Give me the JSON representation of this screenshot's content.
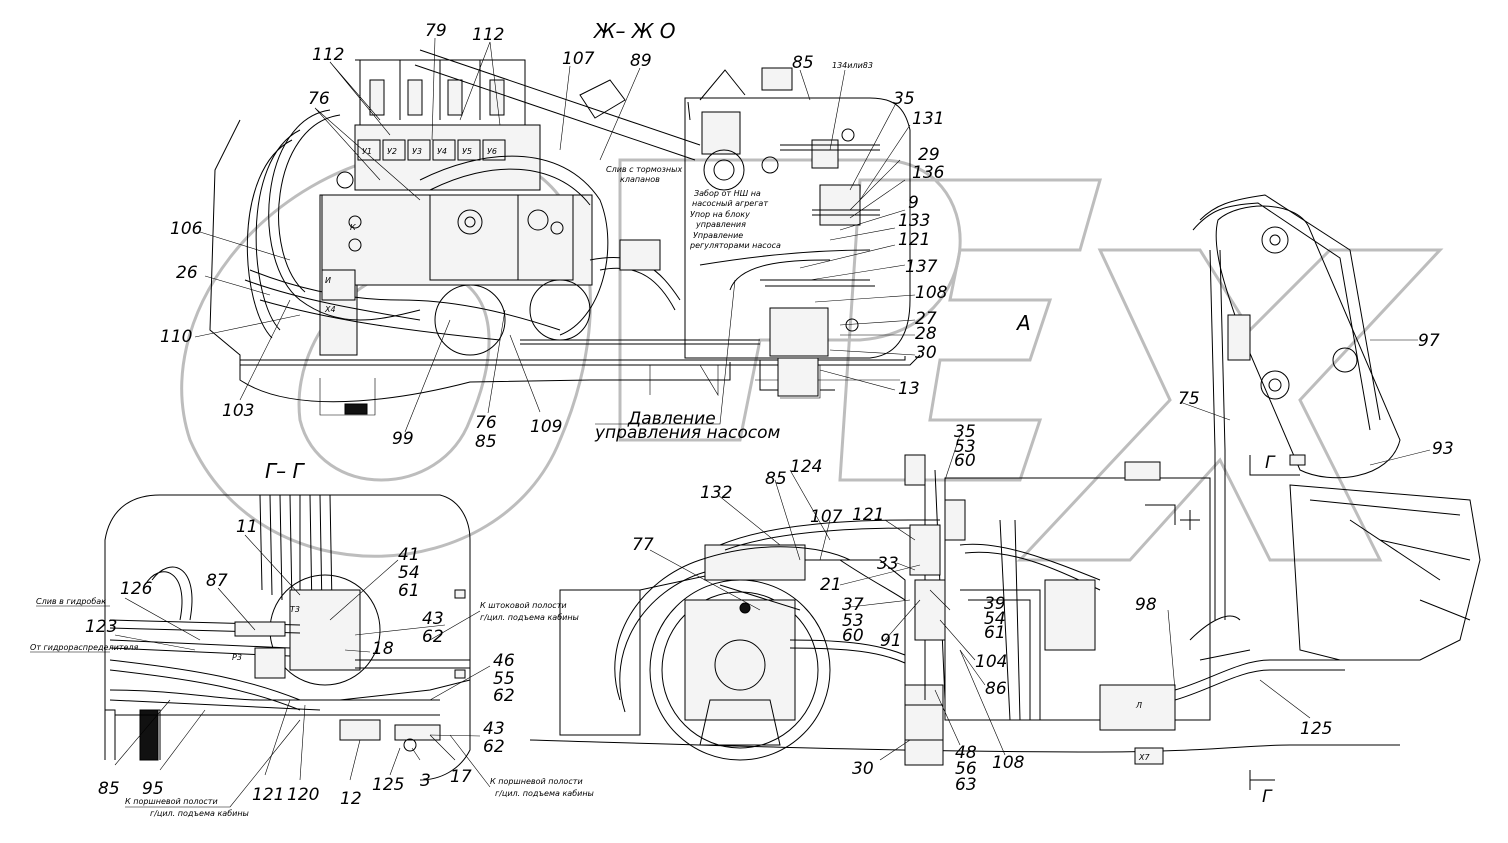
{
  "views": {
    "top_title": "Ж– Ж О",
    "left_title": "Г– Г"
  },
  "callouts": [
    {
      "id": "c1",
      "text": "112"
    },
    {
      "id": "c2",
      "text": "79"
    },
    {
      "id": "c3",
      "text": "112"
    },
    {
      "id": "c4",
      "text": "107"
    },
    {
      "id": "c5",
      "text": "89"
    },
    {
      "id": "c6",
      "text": "85"
    },
    {
      "id": "c7",
      "text": "134или83"
    },
    {
      "id": "c8",
      "text": "35"
    },
    {
      "id": "c9",
      "text": "131"
    },
    {
      "id": "c10",
      "text": "29"
    },
    {
      "id": "c11",
      "text": "136"
    },
    {
      "id": "c12",
      "text": "9"
    },
    {
      "id": "c13",
      "text": "133"
    },
    {
      "id": "c14",
      "text": "121"
    },
    {
      "id": "c15",
      "text": "137"
    },
    {
      "id": "c16",
      "text": "108"
    },
    {
      "id": "c17",
      "text": "27"
    },
    {
      "id": "c18",
      "text": "28"
    },
    {
      "id": "c19",
      "text": "30"
    },
    {
      "id": "c20",
      "text": "13"
    },
    {
      "id": "c21",
      "text": "76"
    },
    {
      "id": "c22",
      "text": "106"
    },
    {
      "id": "c23",
      "text": "26"
    },
    {
      "id": "c24",
      "text": "110"
    },
    {
      "id": "c25",
      "text": "103"
    },
    {
      "id": "c26",
      "text": "99"
    },
    {
      "id": "c27",
      "text": "76"
    },
    {
      "id": "c28",
      "text": "85"
    },
    {
      "id": "c29",
      "text": "109"
    },
    {
      "id": "c30",
      "text": "A"
    },
    {
      "id": "c31",
      "text": "97"
    },
    {
      "id": "c32",
      "text": "75"
    },
    {
      "id": "c33",
      "text": "93"
    },
    {
      "id": "c34",
      "text": "35"
    },
    {
      "id": "c35",
      "text": "53"
    },
    {
      "id": "c36",
      "text": "60"
    },
    {
      "id": "c37",
      "text": "124"
    },
    {
      "id": "c38",
      "text": "132"
    },
    {
      "id": "c39",
      "text": "85"
    },
    {
      "id": "c40",
      "text": "107"
    },
    {
      "id": "c41",
      "text": "121"
    },
    {
      "id": "c42",
      "text": "77"
    },
    {
      "id": "c43",
      "text": "33"
    },
    {
      "id": "c44",
      "text": "21"
    },
    {
      "id": "c45",
      "text": "37"
    },
    {
      "id": "c46",
      "text": "53"
    },
    {
      "id": "c47",
      "text": "60"
    },
    {
      "id": "c48",
      "text": "39"
    },
    {
      "id": "c49",
      "text": "54"
    },
    {
      "id": "c50",
      "text": "61"
    },
    {
      "id": "c51",
      "text": "91"
    },
    {
      "id": "c52",
      "text": "104"
    },
    {
      "id": "c53",
      "text": "86"
    },
    {
      "id": "c54",
      "text": "98"
    },
    {
      "id": "c55",
      "text": "125"
    },
    {
      "id": "c56",
      "text": "30"
    },
    {
      "id": "c57",
      "text": "48"
    },
    {
      "id": "c58",
      "text": "56"
    },
    {
      "id": "c59",
      "text": "63"
    },
    {
      "id": "c60",
      "text": "108"
    },
    {
      "id": "c61",
      "text": "11"
    },
    {
      "id": "c62",
      "text": "41"
    },
    {
      "id": "c63",
      "text": "54"
    },
    {
      "id": "c64",
      "text": "61"
    },
    {
      "id": "c65",
      "text": "87"
    },
    {
      "id": "c66",
      "text": "126"
    },
    {
      "id": "c67",
      "text": "123"
    },
    {
      "id": "c68",
      "text": "43"
    },
    {
      "id": "c69",
      "text": "62"
    },
    {
      "id": "c70",
      "text": "18"
    },
    {
      "id": "c71",
      "text": "46"
    },
    {
      "id": "c72",
      "text": "55"
    },
    {
      "id": "c73",
      "text": "62"
    },
    {
      "id": "c74",
      "text": "43"
    },
    {
      "id": "c75",
      "text": "62"
    },
    {
      "id": "c76",
      "text": "85"
    },
    {
      "id": "c77",
      "text": "95"
    },
    {
      "id": "c78",
      "text": "121"
    },
    {
      "id": "c79",
      "text": "120"
    },
    {
      "id": "c80",
      "text": "12"
    },
    {
      "id": "c81",
      "text": "125"
    },
    {
      "id": "c82",
      "text": "3"
    },
    {
      "id": "c83",
      "text": "17"
    },
    {
      "id": "c84",
      "text": "Г"
    }
  ],
  "notes": {
    "davlenie_1": "Давление",
    "davlenie_2": "управления насосом",
    "sliv_tormoz_1": "Слив с тормозных",
    "sliv_tormoz_2": "клапанов",
    "zabor_1": "Забор от НШ на",
    "zabor_2": "насосный агрегат",
    "upor_1": "Упор на блоку",
    "upor_2": "управления",
    "upravl_1": "Управление",
    "upravl_2": "регуляторами насоса",
    "sliv_gidrobak": "Слив в гидробак",
    "ot_gidro": "От гидрораспределителя",
    "k_shtok_1": "К штоковой полости",
    "k_shtok_2": "г/цил. подъема кабины",
    "k_porsh_right_1": "К поршневой полости",
    "k_porsh_right_2": "г/цил. подъема кабины",
    "k_porsh_left_1": "К поршневой полости",
    "k_porsh_left_2": "г/цил. подъема кабины"
  },
  "small_labels": {
    "u1": "У1",
    "u2": "У2",
    "u3": "У3",
    "u4": "У4",
    "u5": "У5",
    "u6": "У6",
    "i": "И",
    "k": "К",
    "x4": "Х4",
    "p3": "Р3",
    "t3": "Т3",
    "l": "Л",
    "x7": "Х7",
    "g": "Г"
  },
  "watermark": {
    "text": "OPEX"
  }
}
